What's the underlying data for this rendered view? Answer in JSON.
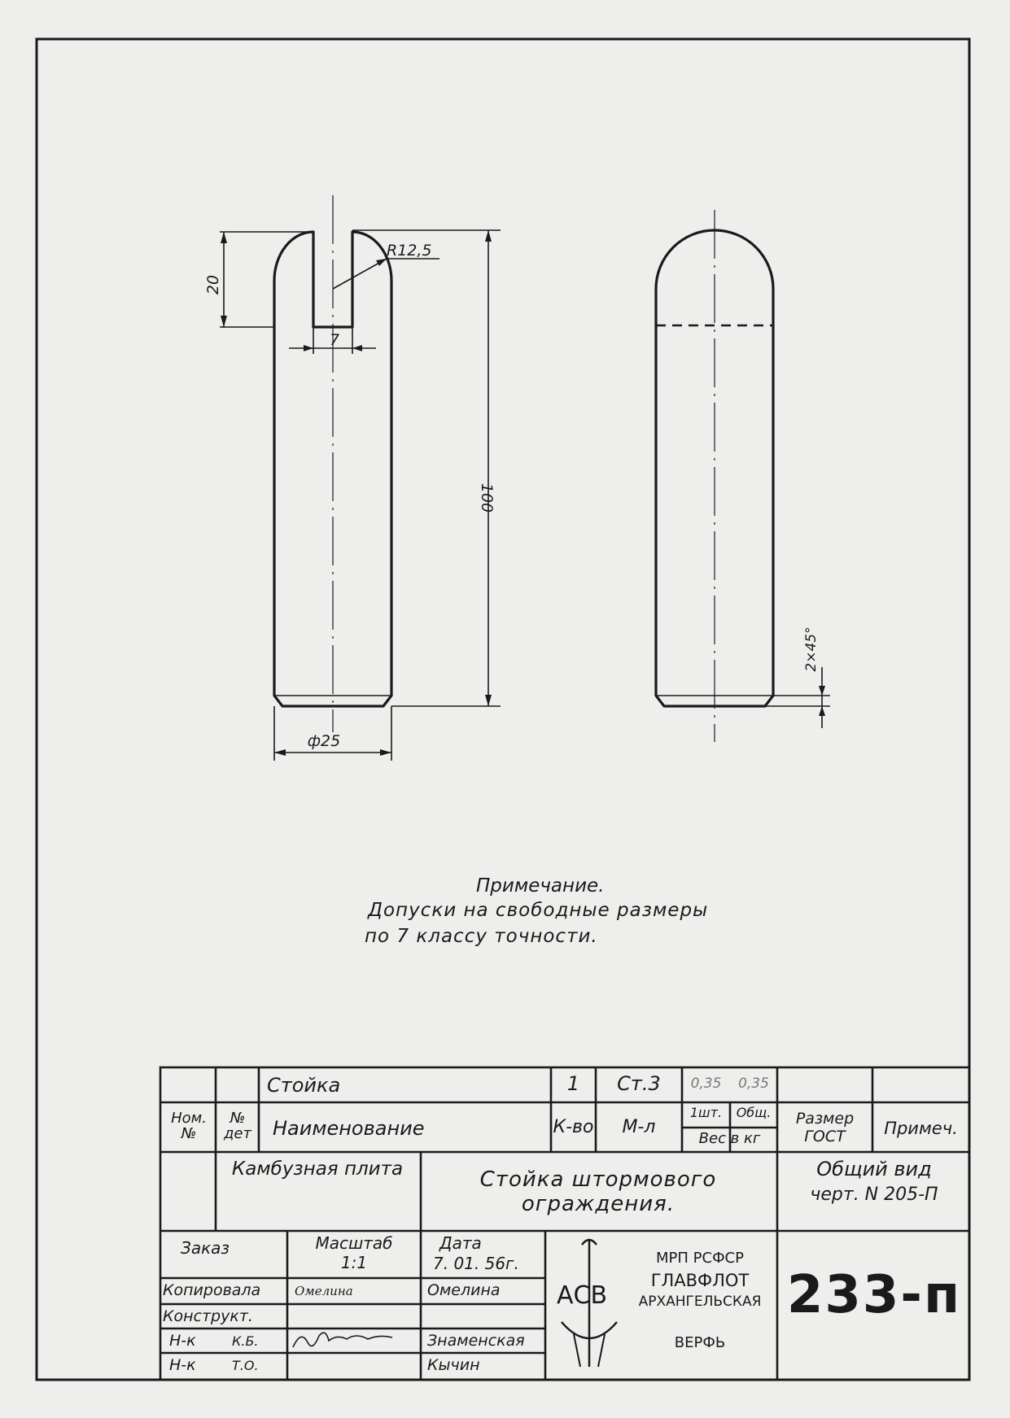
{
  "dimensions": {
    "slot_depth": "20",
    "radius": "R12,5",
    "slot_width": "7",
    "length": "100",
    "diameter": "ф25",
    "chamfer": "2×45°"
  },
  "note": {
    "title": "Примечание.",
    "line1": "Допуски на свободные размеры",
    "line2": "по 7 классу точности."
  },
  "bom": {
    "row": {
      "name": "Стойка",
      "qty": "1",
      "material": "Ст.3",
      "weight_unit": "0,35",
      "weight_total": "0,35"
    },
    "headers": {
      "pos": "Ном. №",
      "det": "№ дет",
      "name": "Наименование",
      "qty": "К-во",
      "material": "М-л",
      "unit": "1шт.",
      "total": "Общ.",
      "weight": "Вес в кг",
      "size": "Размер ГОСТ",
      "note": "Примеч."
    }
  },
  "title_block": {
    "product": "Камбузная плита",
    "title": "Стойка штормового ограждения.",
    "view": "Общий вид",
    "drawing_ref": "черт. N 205-П",
    "order_label": "Заказ",
    "scale_label": "Масштаб",
    "scale": "1:1",
    "date_label": "Дата",
    "date": "7. 01. 56г.",
    "roles": {
      "copied_label": "Копировала",
      "copied_sign": "Омелина",
      "copied_name": "Омелина",
      "designer_label": "Конструкт.",
      "nk_kb_label": "Н-к",
      "nk_kb_dept": "К.Б.",
      "nk_kb_name": "Знаменская",
      "nk_to_label": "Н-к",
      "nk_to_dept": "Т.О.",
      "nk_to_name": "Кычин"
    },
    "logo": "АСВ",
    "org_line1": "МРП РСФСР",
    "org_line2": "ГЛАВФЛОТ",
    "org_line3": "АРХАНГЕЛЬСКАЯ",
    "org_line4": "ВЕРФЬ",
    "number": "233-п"
  }
}
